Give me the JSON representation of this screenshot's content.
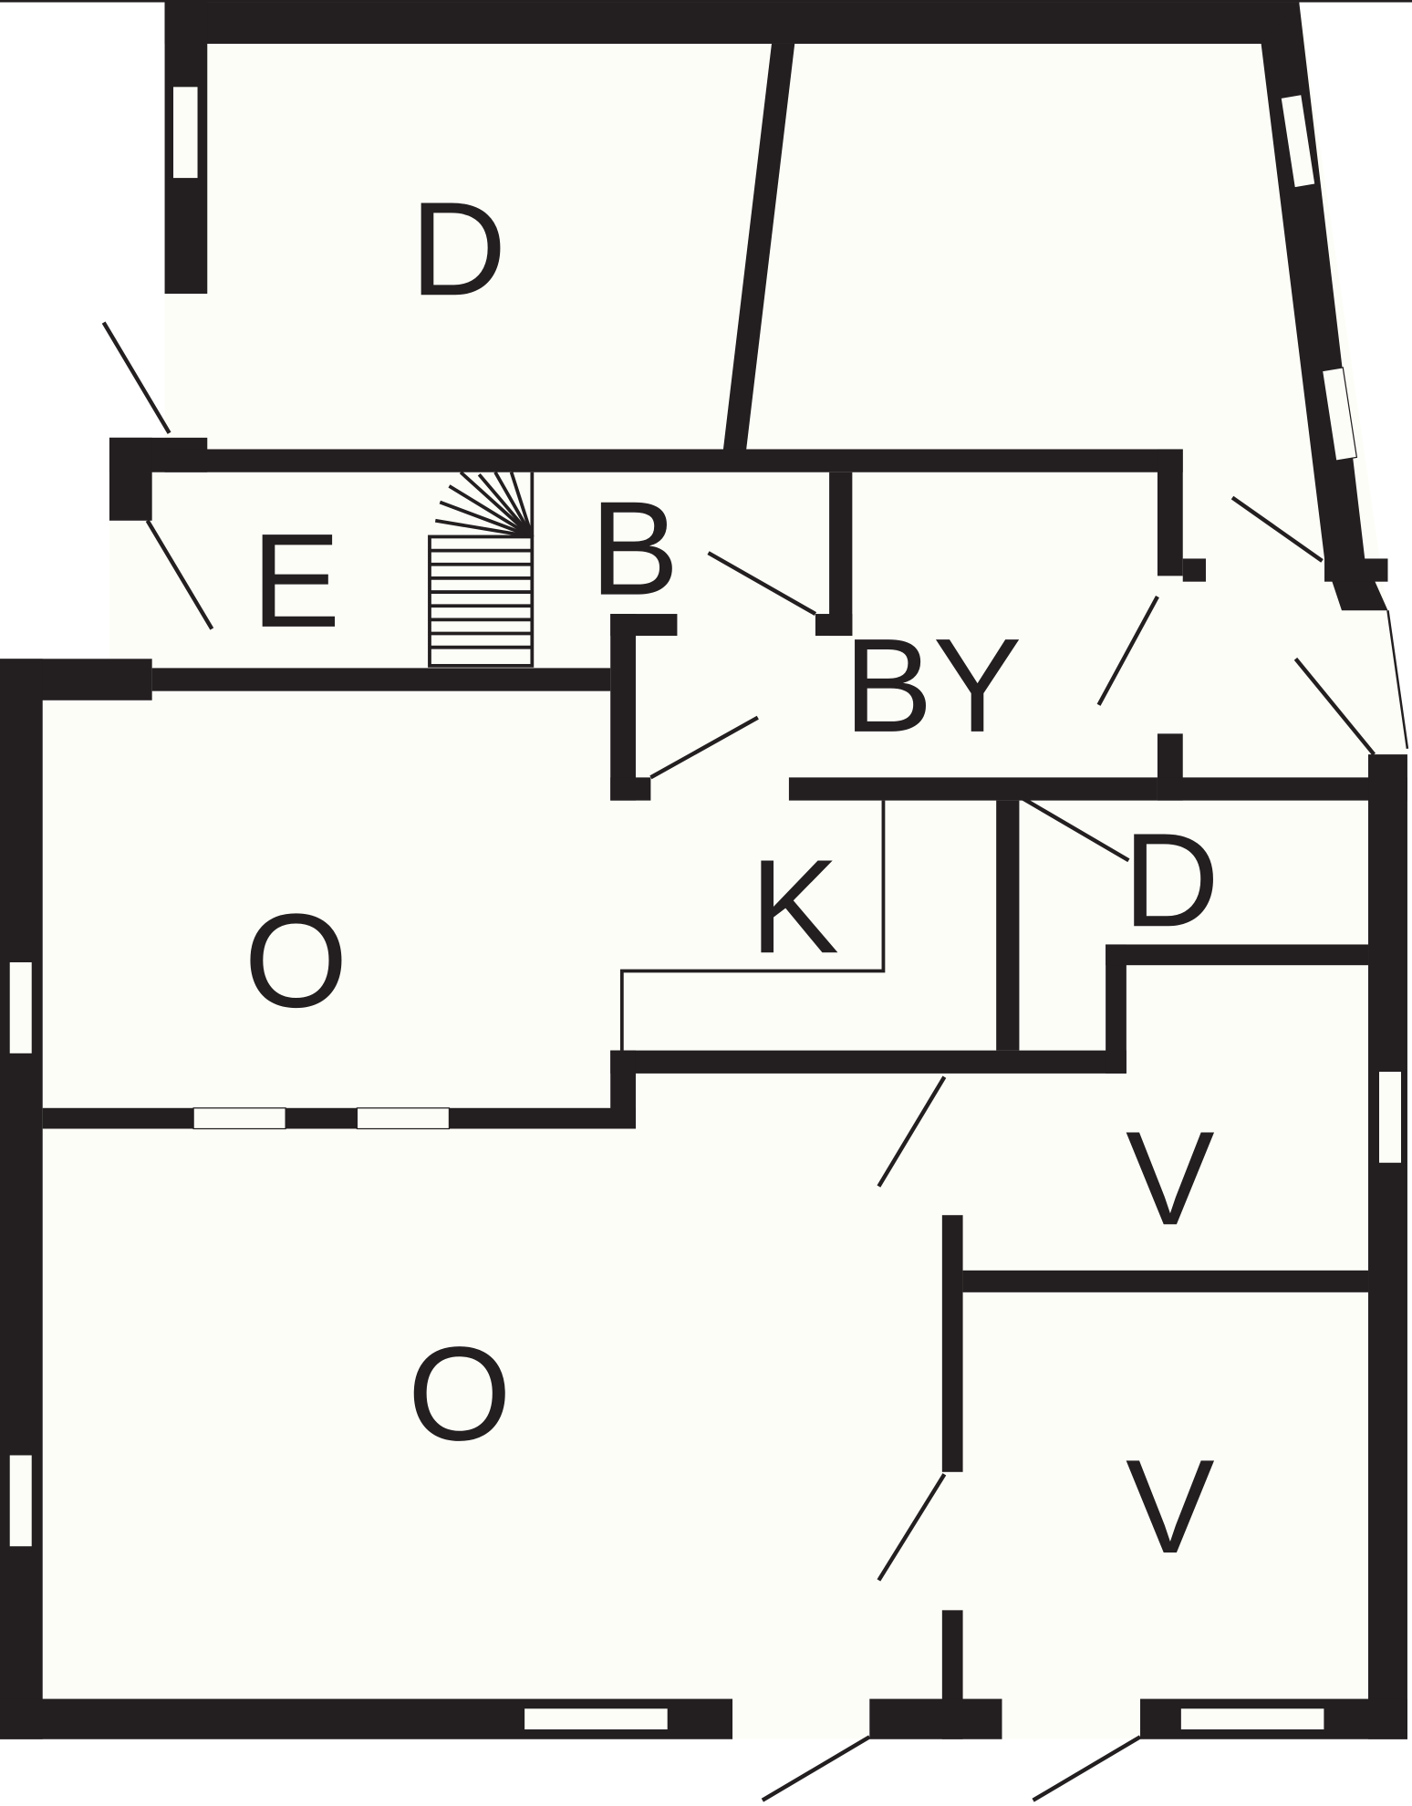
{
  "plan": {
    "colors": {
      "wall": "#231f20",
      "floor": "#fdfdf8"
    },
    "rooms": [
      {
        "id": "d1",
        "label": "D"
      },
      {
        "id": "e",
        "label": "E"
      },
      {
        "id": "b",
        "label": "B"
      },
      {
        "id": "by",
        "label": "BY"
      },
      {
        "id": "o1",
        "label": "O"
      },
      {
        "id": "k",
        "label": "K"
      },
      {
        "id": "d2",
        "label": "D"
      },
      {
        "id": "v1",
        "label": "V"
      },
      {
        "id": "o2",
        "label": "O"
      },
      {
        "id": "v2",
        "label": "V"
      }
    ]
  }
}
